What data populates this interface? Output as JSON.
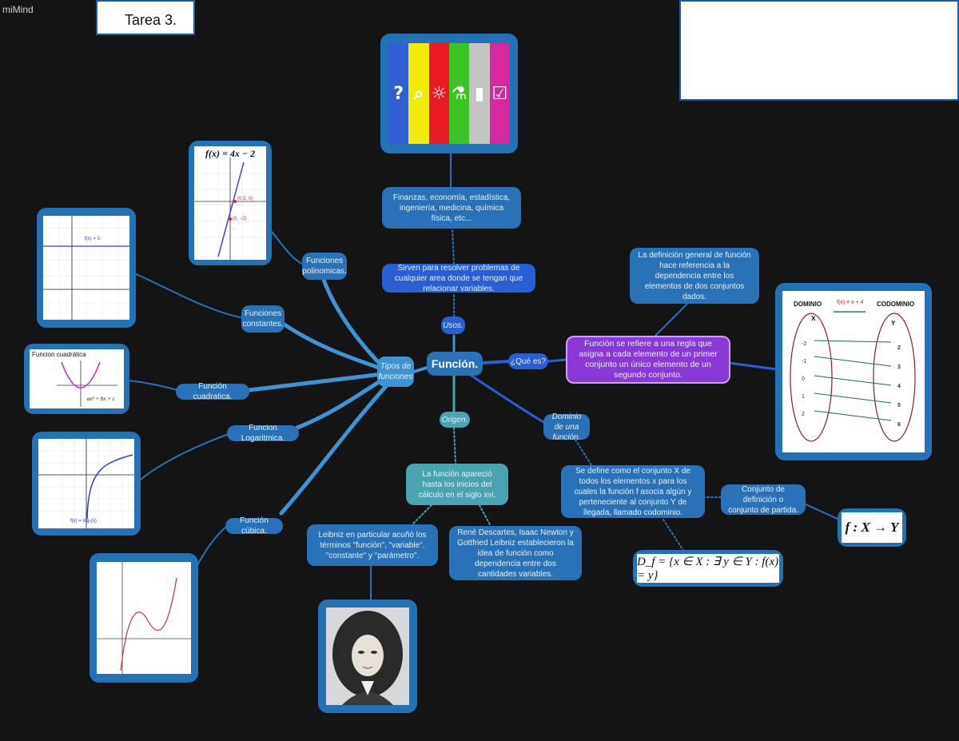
{
  "app": {
    "logo": "miMind",
    "title": "Tarea 3."
  },
  "colors": {
    "background": "#141414",
    "branch_blue": "#3c94d4",
    "node_blue": "#2a72b8",
    "purple": "#8a39d6"
  },
  "central": {
    "label": "Función."
  },
  "types_hub": {
    "label": "Tipos de funciones"
  },
  "types": {
    "polinomicas": "Funciones polinomicas.",
    "constantes": "Funciones constantes.",
    "cuadratica": "Función cuadratica.",
    "logaritmica": "Funcion Logaritmica.",
    "cubica": "Función cúbica."
  },
  "uses": {
    "label": "Usos.",
    "description": "Sirven para resolver problemas de cualquier area donde se tengan que relacionar variables.",
    "fields": "Finanzas, economía, estadística, ingeniería, medicina, química física, etc..."
  },
  "what": {
    "label": "¿Qué es?",
    "definition": "Función se refiere a una regla que asigna a cada elemento de un primer conjunto un único elemento de un segundo conjunto.",
    "general": "La definición general de función hace referencia a la dependencia entre los elementos de dos conjuntos dados."
  },
  "origin": {
    "label": "Origen.",
    "text": "La función apareció hasta los inicios del cálculo en el siglo xvi.",
    "leibniz": "Leibniz en particular acuñó los términos \"función\", \"variable\", \"constante\" y \"parámetro\".",
    "descartes": "René Descartes, Isaac Newton y Gottfried Leibniz establecieron la idea de función como dependencia entre dos cantidades variables."
  },
  "domain": {
    "label": "Dominio de una función.",
    "text": "Se define como el conjunto X de todos los elementos x para los cuales la función f asocia algún y perteneciente al conjunto Y de llegada, llamado codominio.",
    "side": "Conjunto de definición o conjunto de partida.",
    "formula": "D_f = {x ∈ X : ∃ y ∈ Y : f(x) = y}",
    "mapping": "f : X → Y"
  },
  "images": {
    "polinomica_title": "f(x) = 4x − 2",
    "polinomica_pt1": "(0.5, 0)",
    "polinomica_pt2": "(0, −2)",
    "constante_label": "f(x) = 3",
    "cuadratica_title": "Funcion cuadrática",
    "cuadratica_eq": "ax² + bx + c",
    "log_label": "f(x) = log₂(x)",
    "dom_domain": "DOMINIO",
    "dom_codomain": "CODOMINIO",
    "dom_fx": "f(x) = x + 4",
    "dom_x": "X",
    "dom_y": "Y",
    "dom_left": [
      "-2",
      "-1",
      "0",
      "1",
      "2"
    ],
    "dom_right": [
      "2",
      "3",
      "4",
      "5",
      "6"
    ],
    "banner_colors": [
      "#2f5fd0",
      "#f2ea08",
      "#ea1a24",
      "#3cc424",
      "#c4c4c4",
      "#d4289c"
    ]
  }
}
